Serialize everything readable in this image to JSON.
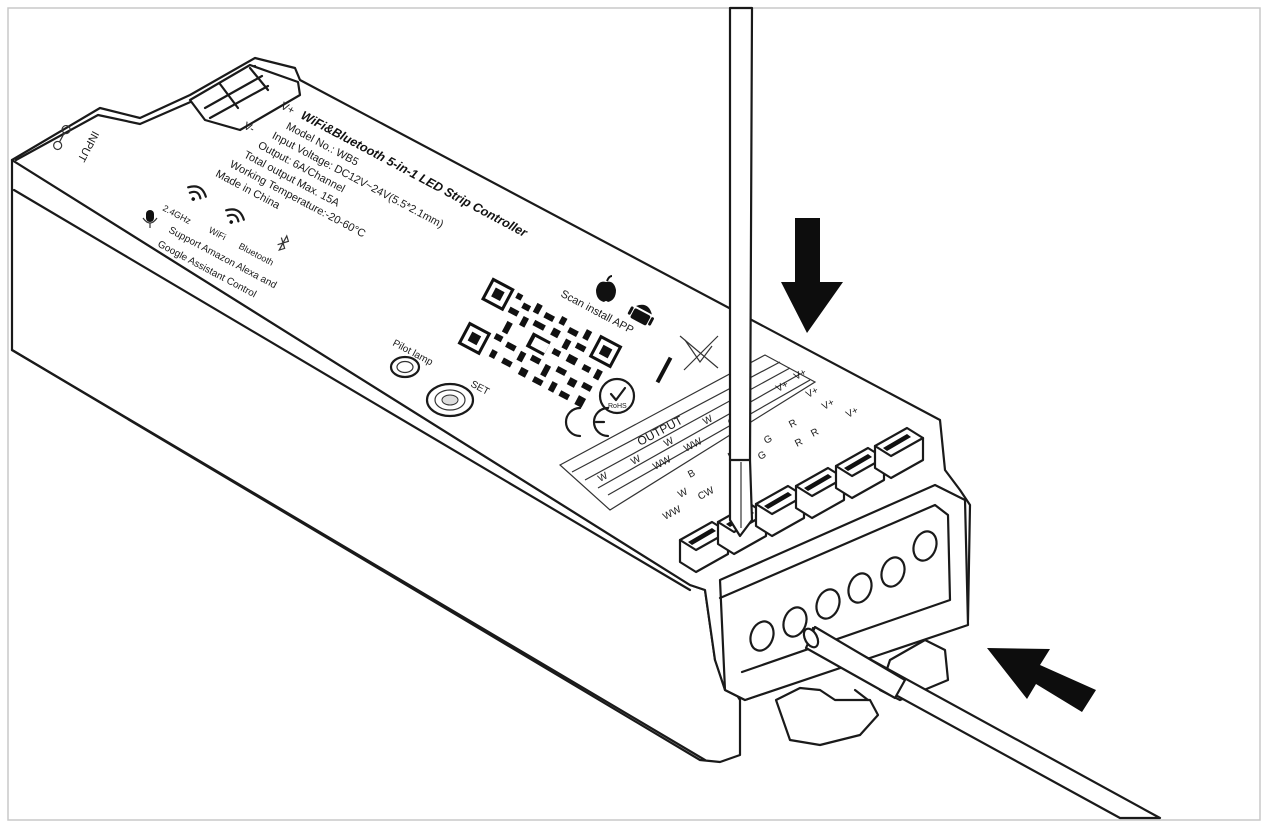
{
  "label": {
    "input": "INPUT",
    "v_plus": "V+",
    "v_minus": "V-",
    "title": "WiFi&Bluetooth 5-in-1 LED Strip Controller",
    "model": "Model No.: WB5",
    "input_voltage": "Input Voltage: DC12V~24V(5.5*2.1mm)",
    "output": "Output: 6A/Channel",
    "total_output": "Total output Max. 15A",
    "working_temp": "Working Temperature:-20-60°C",
    "made_in": "Made in China",
    "freq": "2.4GHz",
    "wifi": "WiFi",
    "bluetooth": "Bluetooth",
    "support_1": "Support Amazon Alexa and",
    "support_2": "Google Assistant Control",
    "scan": "Scan install APP",
    "pilot_lamp": "Pilot lamp",
    "set": "SET",
    "rohs": "RoHS",
    "ce": "CE",
    "output_header": "OUTPUT"
  },
  "output_table": {
    "rows": [
      [
        "W",
        "",
        "",
        "",
        "V+"
      ],
      [
        "W",
        "WW",
        "",
        "CW",
        "V+"
      ],
      [
        "W",
        "WW",
        "B",
        "G",
        "R",
        "V+"
      ],
      [
        "WW",
        "CW",
        "B",
        "G",
        "R",
        "V+"
      ]
    ],
    "display_cells": [
      "W",
      "W",
      "W",
      "W",
      "WW",
      "WW",
      "CW",
      "B",
      "B",
      "G",
      "G",
      "R",
      "R",
      "R",
      "V+",
      "V+",
      "V+",
      "V+",
      "WW",
      "CW",
      "W",
      "V+"
    ]
  },
  "colors": {
    "line": "#1a1a1a",
    "background": "#ffffff",
    "arrow": "#0d0d0d"
  }
}
